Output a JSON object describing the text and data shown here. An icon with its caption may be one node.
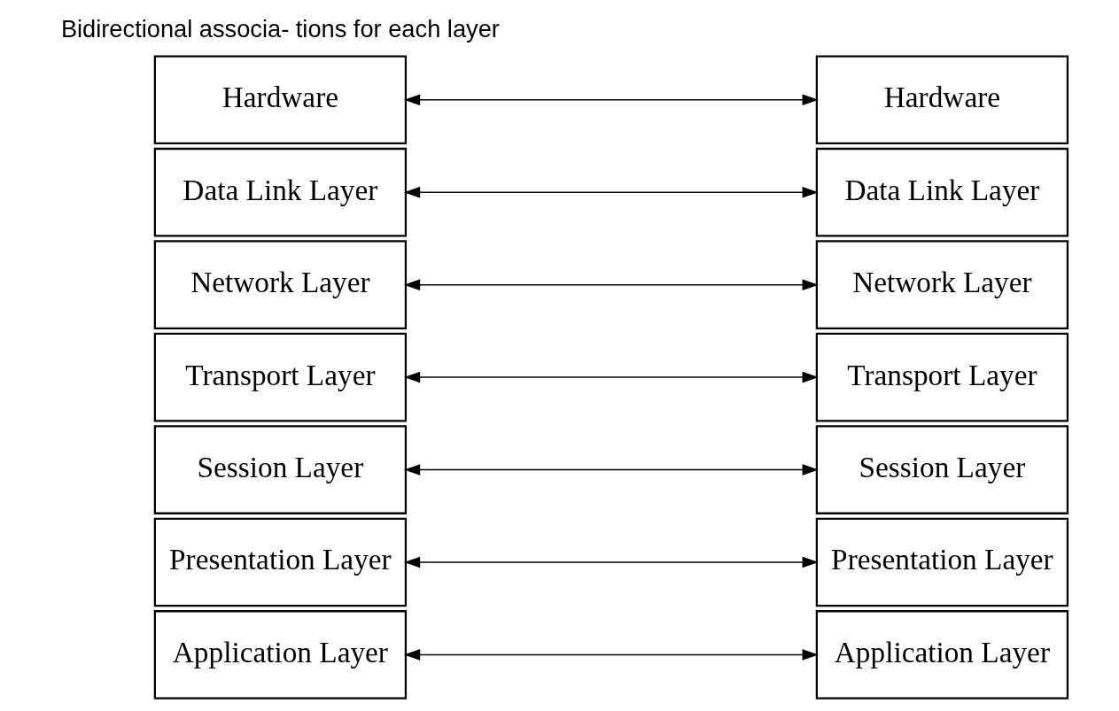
{
  "diagram": {
    "nodes": [
      {
        "text": [
          "Application Layer"
        ]
      },
      {
        "text": [
          "Presentation Layer"
        ]
      },
      {
        "text": [
          "Session Layer"
        ]
      },
      {
        "text": [
          "Transport Layer"
        ]
      },
      {
        "text": [
          "Network Layer"
        ]
      },
      {
        "text": [
          "Data Link Layer"
        ]
      },
      {
        "text": [
          "Hardware"
        ]
      },
      {
        "text": [
          "Application Layer"
        ]
      },
      {
        "text": [
          "Presentation Layer"
        ]
      },
      {
        "text": [
          "Session Layer"
        ]
      },
      {
        "text": [
          "Transport Layer"
        ]
      },
      {
        "text": [
          "Network Layer"
        ]
      },
      {
        "text": [
          "Data Link Layer"
        ]
      },
      {
        "text": [
          "Hardware"
        ]
      }
    ],
    "edges": [
      {
        "from": 0,
        "to": 7,
        "arrow": "both"
      },
      {
        "from": 1,
        "to": 8,
        "arrow": "both"
      },
      {
        "from": 2,
        "to": 9,
        "arrow": "both"
      },
      {
        "from": 3,
        "to": 10,
        "arrow": "both"
      },
      {
        "from": 4,
        "to": 11,
        "arrow": "both"
      },
      {
        "from": 5,
        "to": 12,
        "arrow": "both"
      },
      {
        "from": 6,
        "to": 13,
        "arrow": "both"
      }
    ],
    "labels": [
      "Bidirectional associa- tions for each layer"
    ]
  }
}
